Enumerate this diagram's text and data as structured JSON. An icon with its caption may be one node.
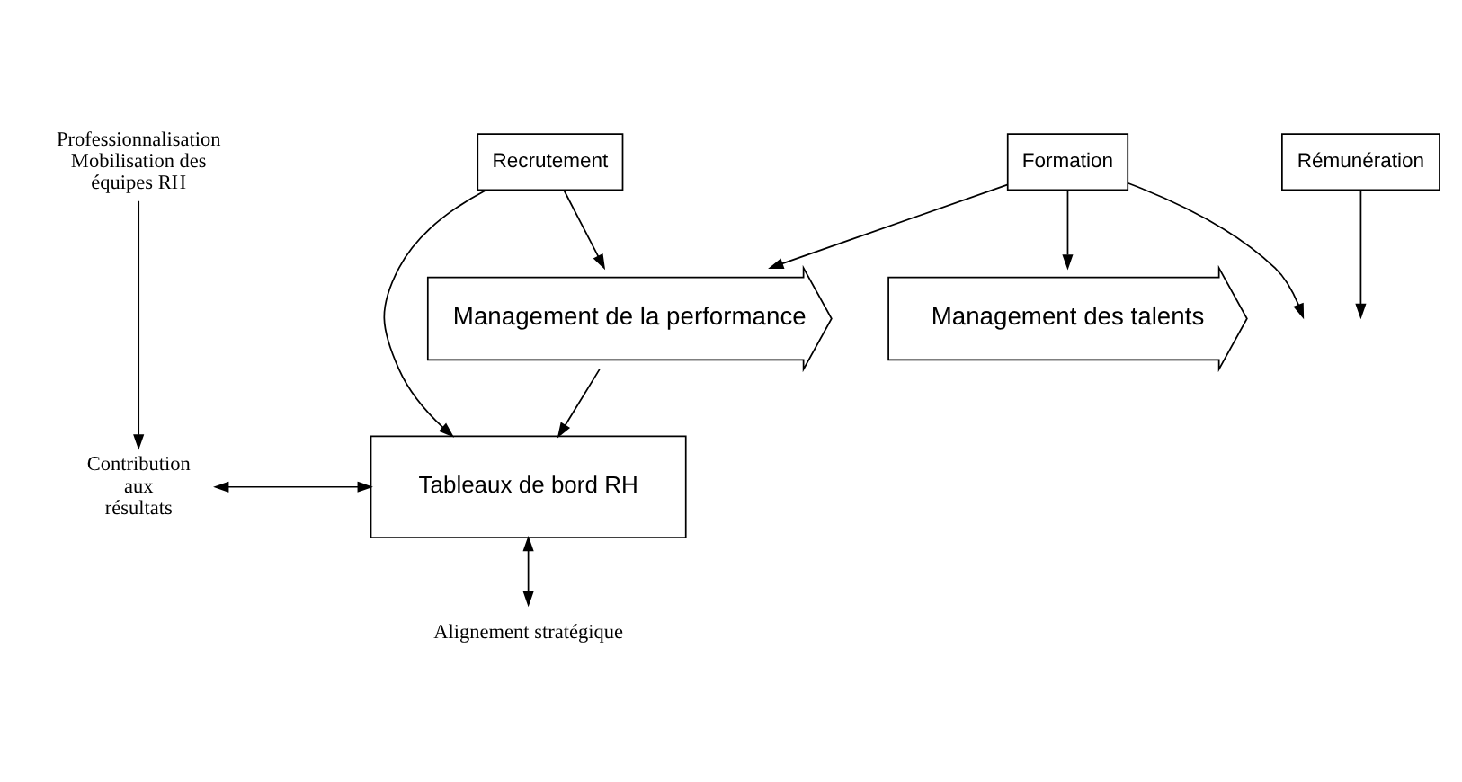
{
  "diagram": {
    "nodes": [
      {
        "text": [
          "Professionnalisation Mobilisation des équipes RH"
        ]
      },
      {
        "text": [
          "Rémunération"
        ]
      },
      {
        "text": [
          "Formation"
        ]
      },
      {
        "text": [
          "Recrutement"
        ]
      },
      {
        "text": [
          "Management des talents"
        ]
      },
      {
        "text": [
          "Management de la performance"
        ]
      },
      {
        "text": [
          "Tableaux de bord RH"
        ]
      },
      {
        "text": [
          "Contribution aux résultats"
        ]
      },
      {
        "text": [
          "Alignement stratégique"
        ]
      }
    ],
    "edges": [
      {
        "from": 1,
        "to": null,
        "arrow": "to"
      },
      {
        "from": 2,
        "to": null,
        "arrow": "to"
      },
      {
        "from": 2,
        "to": 4,
        "arrow": "to"
      },
      {
        "from": 2,
        "to": 5,
        "arrow": "to"
      },
      {
        "from": 3,
        "to": 5,
        "arrow": "to"
      },
      {
        "from": 3,
        "to": 6,
        "arrow": "to"
      },
      {
        "from": 5,
        "to": 6,
        "arrow": "to"
      },
      {
        "from": 0,
        "to": 7,
        "arrow": "to"
      },
      {
        "from": 7,
        "to": 6,
        "arrow": "both"
      },
      {
        "from": 6,
        "to": 8,
        "arrow": "both"
      }
    ]
  }
}
